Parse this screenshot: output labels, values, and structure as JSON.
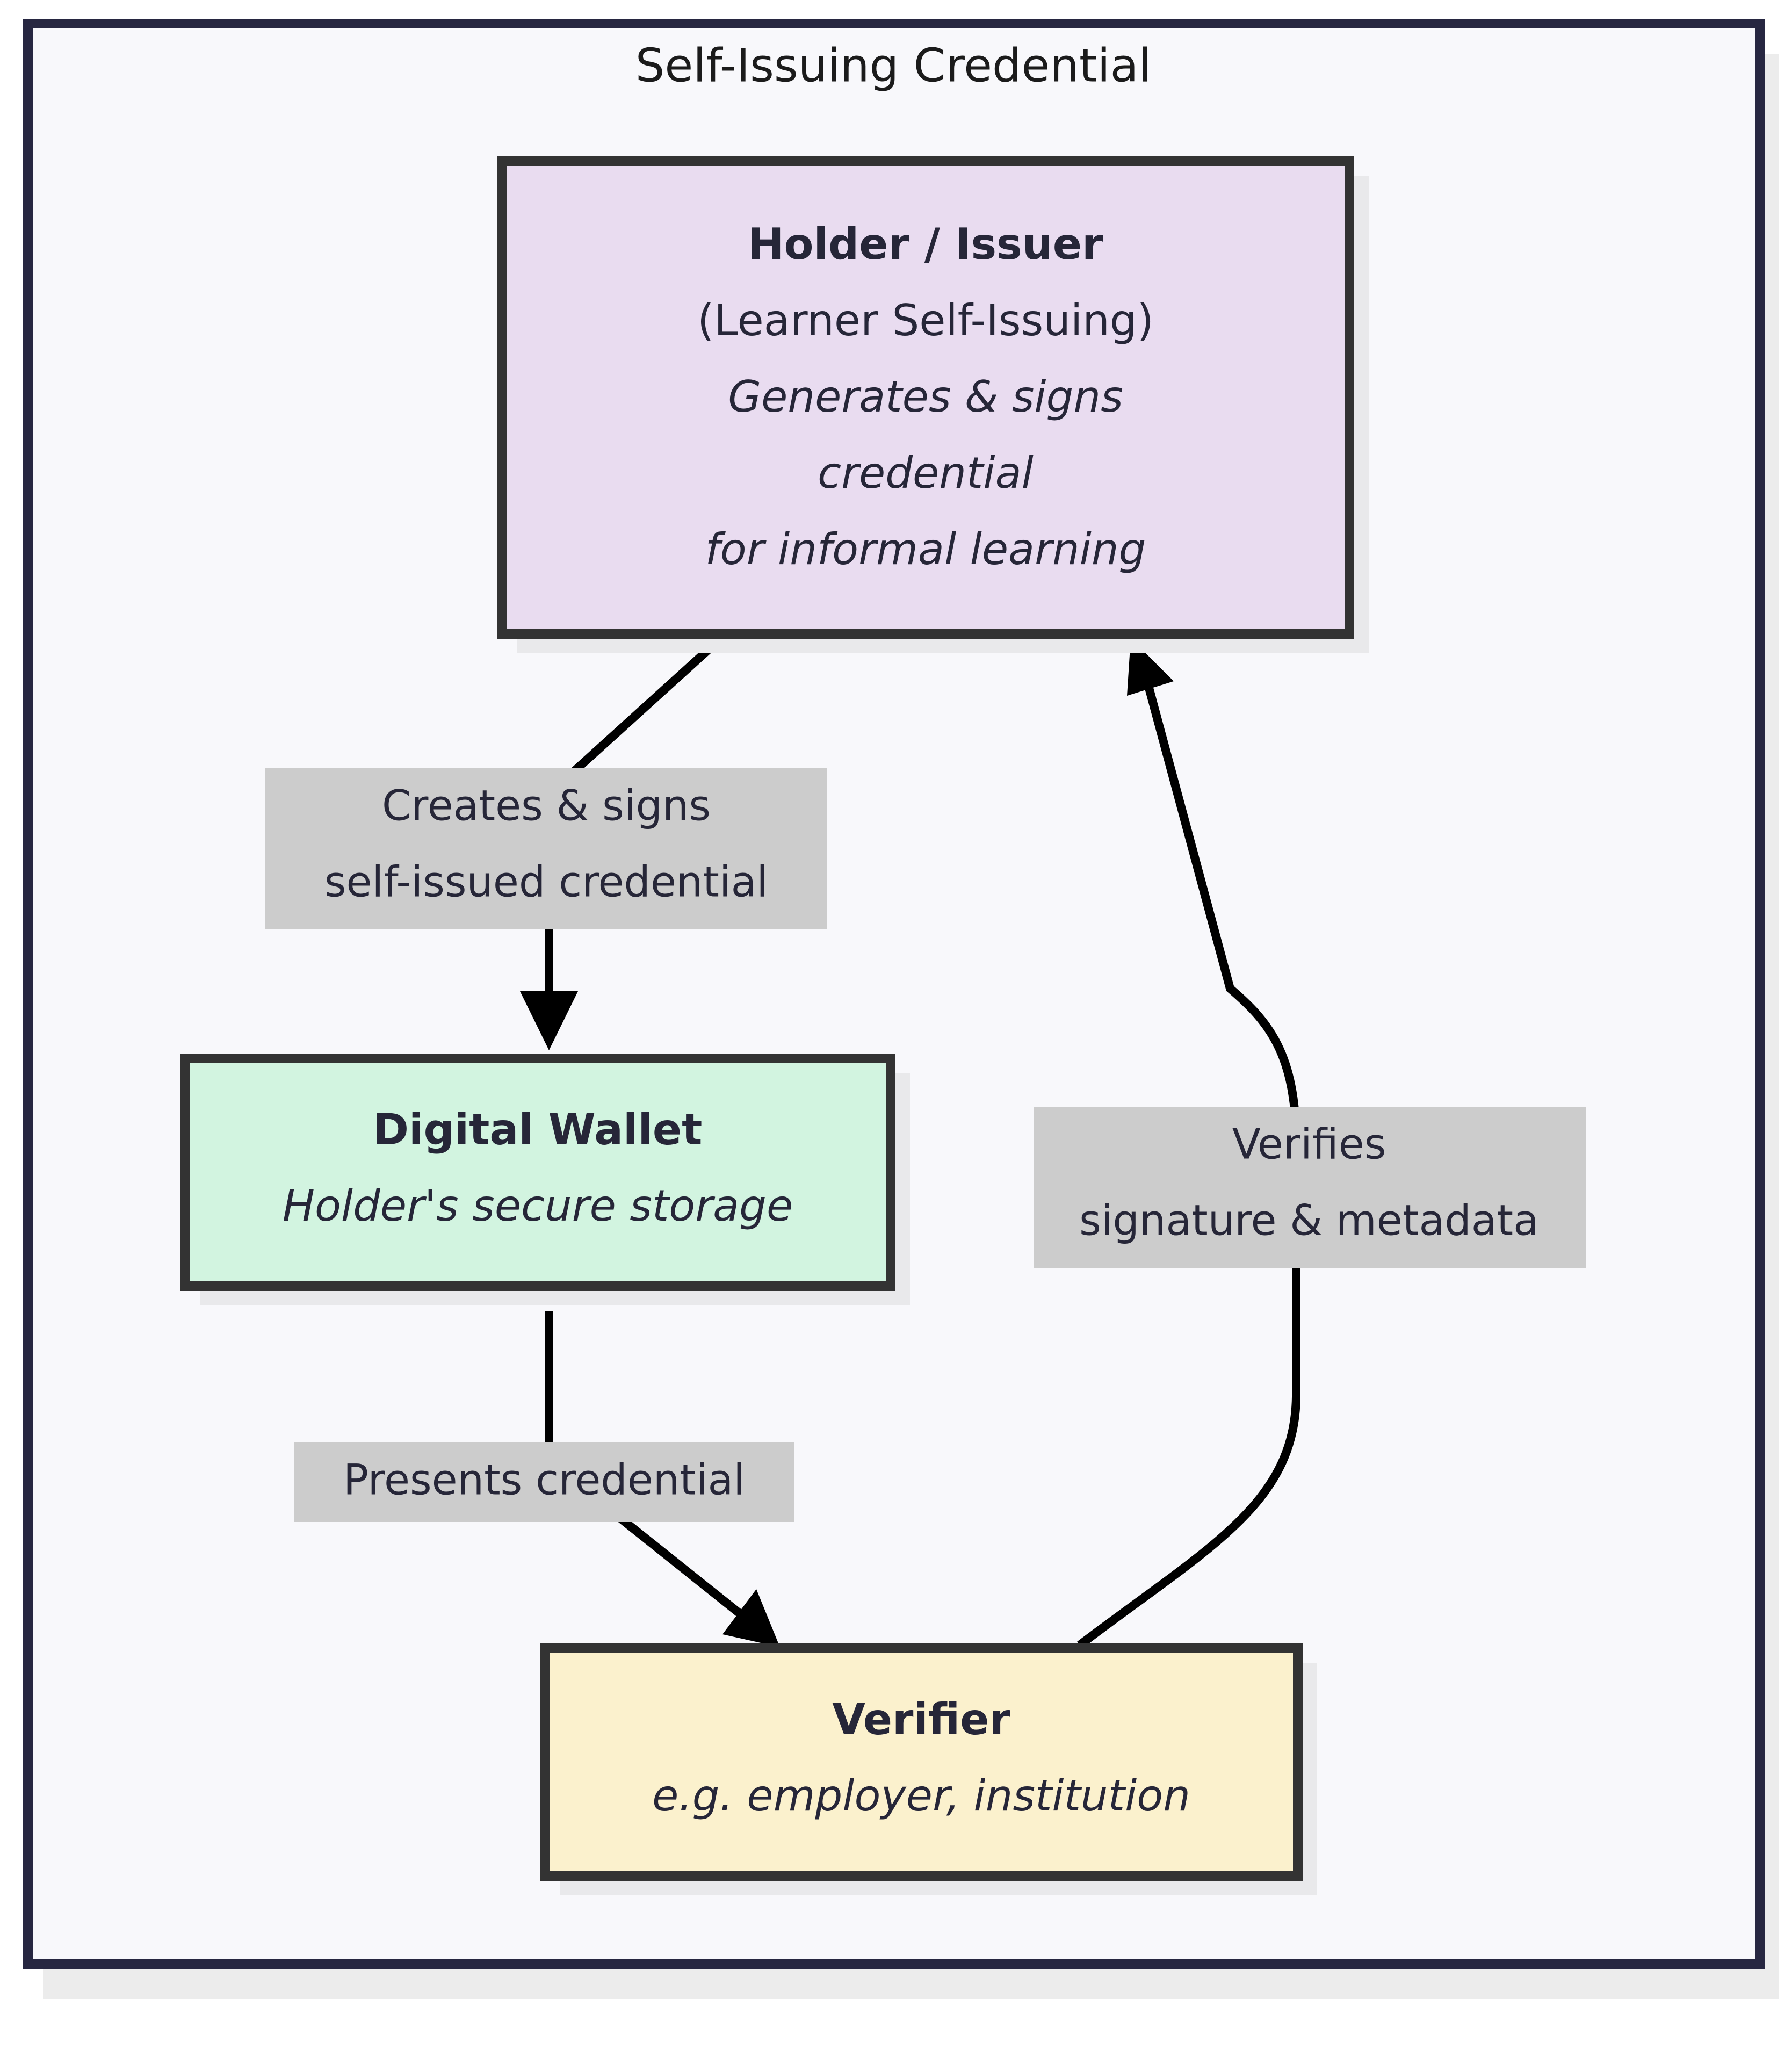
{
  "diagram": {
    "type": "flowchart",
    "title": "Self-Issuing Credential",
    "background_color": "#f8f8fb",
    "frame_border_color": "#272741",
    "nodes": [
      {
        "id": "holder",
        "name": "holder-issuer-node",
        "fill": "#e9dcf0",
        "border": "#333333",
        "lines": [
          {
            "text": "Holder / Issuer",
            "style": "bold"
          },
          {
            "text": "(Learner Self-Issuing)",
            "style": "normal"
          },
          {
            "text": "Generates & signs",
            "style": "italic"
          },
          {
            "text": "credential",
            "style": "italic"
          },
          {
            "text": "for informal learning",
            "style": "italic"
          }
        ]
      },
      {
        "id": "wallet",
        "name": "digital-wallet-node",
        "fill": "#d2f4e0",
        "border": "#333333",
        "lines": [
          {
            "text": "Digital Wallet",
            "style": "bold"
          },
          {
            "text": "Holder's secure storage",
            "style": "italic"
          }
        ]
      },
      {
        "id": "verifier",
        "name": "verifier-node",
        "fill": "#fbf1cd",
        "border": "#333333",
        "lines": [
          {
            "text": "Verifier",
            "style": "bold"
          },
          {
            "text": "e.g. employer, institution",
            "style": "italic"
          }
        ]
      }
    ],
    "edges": [
      {
        "id": "holder-to-wallet",
        "from": "holder",
        "to": "wallet",
        "label_lines": [
          "Creates & signs",
          "self-issued credential"
        ],
        "label_bg": "#cccccc"
      },
      {
        "id": "wallet-to-verifier",
        "from": "wallet",
        "to": "verifier",
        "label_lines": [
          "Presents credential"
        ],
        "label_bg": "#cccccc"
      },
      {
        "id": "verifier-to-holder",
        "from": "verifier",
        "to": "holder",
        "label_lines": [
          "Verifies",
          "signature & metadata"
        ],
        "label_bg": "#cccccc"
      }
    ]
  }
}
